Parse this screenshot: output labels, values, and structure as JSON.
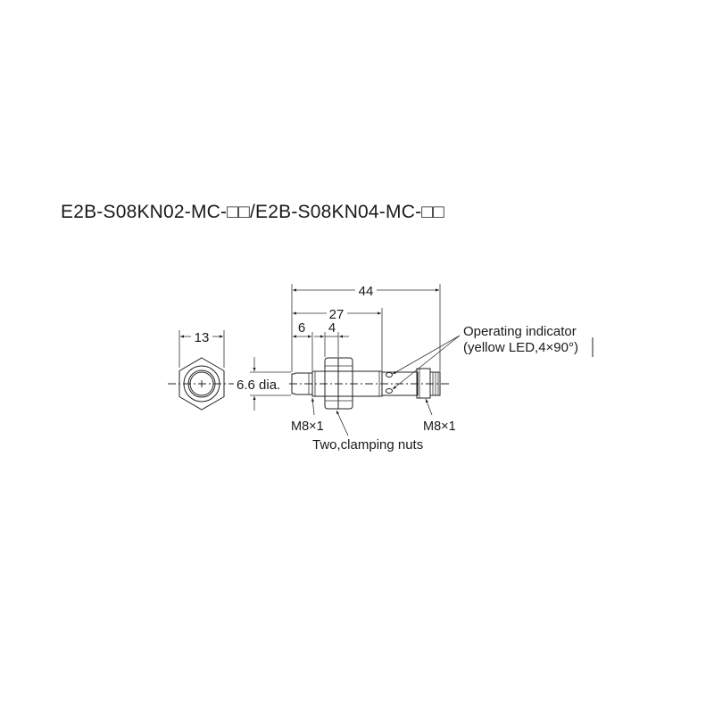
{
  "title": "E2B-S08KN02-MC-□□/E2B-S08KN04-MC-□□",
  "dimensions": {
    "hex_width": "13",
    "overall_length": "44",
    "body_length": "27",
    "front_length": "6",
    "nut_width": "4",
    "diameter": "6.6 dia."
  },
  "labels": {
    "thread_left": "M8×1",
    "thread_right": "M8×1",
    "nuts": "Two,clamping nuts",
    "indicator_line1": "Operating indicator",
    "indicator_line2": "(yellow LED,4×90°)"
  }
}
